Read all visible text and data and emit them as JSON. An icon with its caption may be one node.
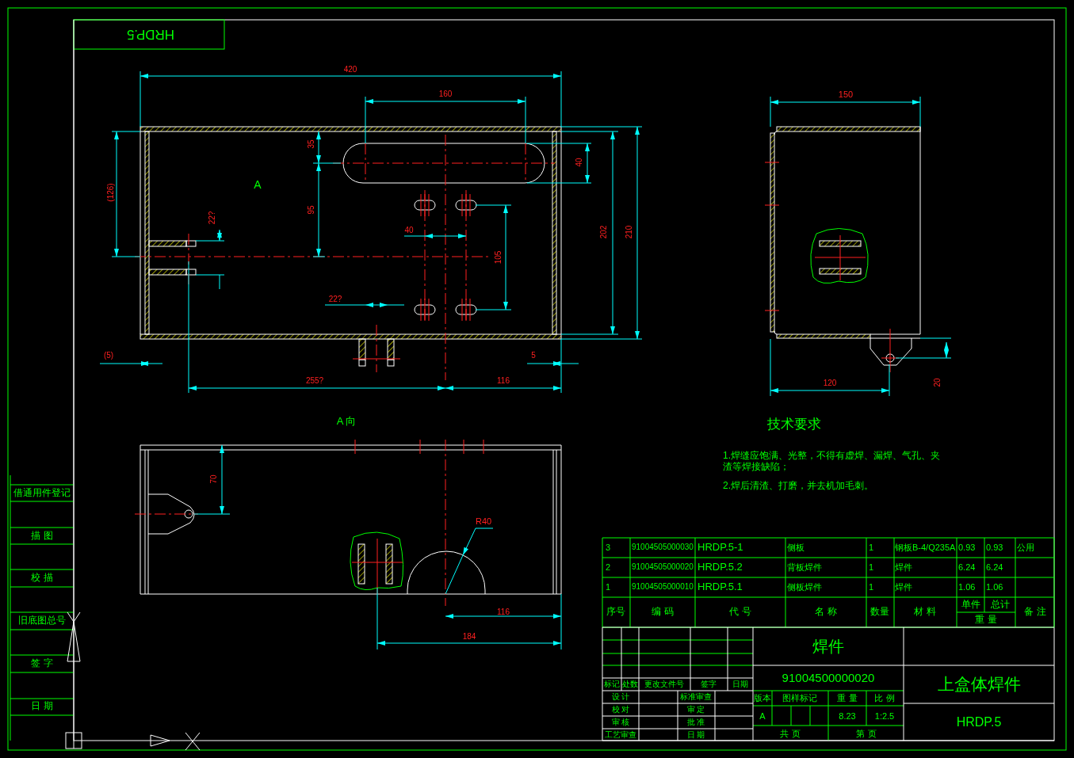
{
  "diagram": {
    "nodes": [
      {
        "text": [
          "R40"
        ]
      },
      {
        "text": [],
        "shape": "arc"
      }
    ],
    "edges": [
      {
        "from": 0,
        "to": 1,
        "arrow": "to"
      }
    ],
    "labels": [
      "HRDP.5",
      "420",
      "160",
      "150",
      "35",
      "40",
      "A",
      "(126)",
      "22?",
      "95",
      "202",
      "210",
      "40",
      "105",
      "22?",
      "(5)",
      "5",
      "255?",
      "116",
      "120",
      "20",
      "A 向",
      "技术要求",
      "1.焊缝应饱满、光整，不得有虚焊、漏焊、气孔、夹渣等焊接缺陷；",
      "2.焊后清渣、打磨，并去机加毛刺。",
      "70",
      "116",
      "184",
      "借通用件登记",
      "描 图",
      "校 描",
      "旧底图总号",
      "签 字",
      "日 期",
      "3",
      "91004505000030",
      "HRDP.5-1",
      "侧板",
      "1",
      "钢板B-4/Q235A",
      "0.93",
      "0.93",
      "公用",
      "2",
      "91004505000020",
      "HRDP.5.2",
      "背板焊件",
      "1",
      "焊件",
      "6.24",
      "6.24",
      "1",
      "91004505000010",
      "HRDP.5.1",
      "侧板焊件",
      "1",
      "焊件",
      "1.06",
      "1.06",
      "序号",
      "编 码",
      "代 号",
      "名 称",
      "数量",
      "材 料",
      "单件",
      "总计",
      "重 量",
      "备 注",
      "标记",
      "处数",
      "更改文件号",
      "签字",
      "日期",
      "焊件",
      "91004500000020",
      "设 计",
      "标准审查",
      "校 对",
      "审 定",
      "审 核",
      "批 准",
      "工艺审查",
      "日 期",
      "版本",
      "图样标记",
      "重 量",
      "比 例",
      "A",
      "8.23",
      "1:2.5",
      "上盒体焊件",
      "共 页",
      "第 页",
      "HRDP.5"
    ]
  }
}
